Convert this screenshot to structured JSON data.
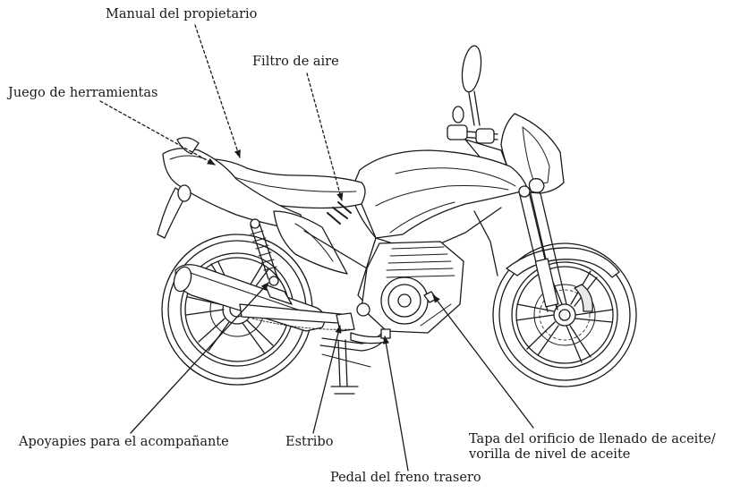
{
  "labels": {
    "owners_manual": "Manual del propietario",
    "air_filter": "Filtro de aire",
    "tool_kit": "Juego de herramientas",
    "passenger_footpegs": "Apoyapies para el acompañante",
    "stand": "Estribo",
    "oil_cap_line1": "Tapa del orificio de llenado de aceite/",
    "oil_cap_line2": "vorilla de nivel de aceite",
    "rear_brake_pedal": "Pedal del freno trasero"
  },
  "colors": {
    "ink": "#1a1a1a",
    "background": "#ffffff"
  }
}
